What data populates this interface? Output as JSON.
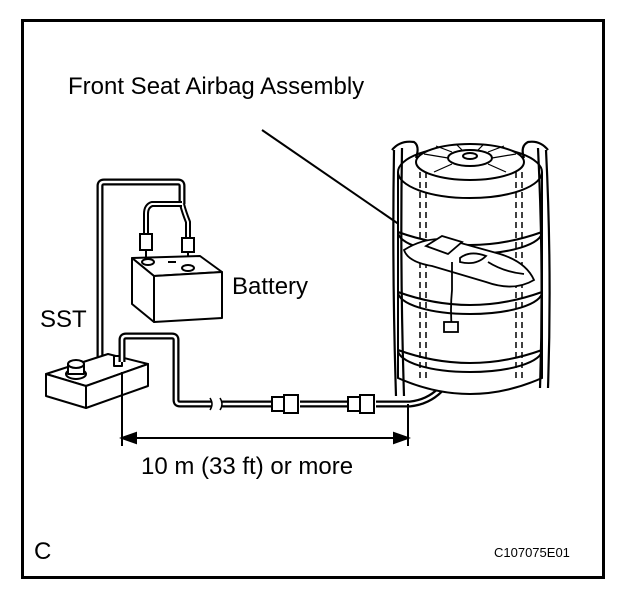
{
  "labels": {
    "airbag": "Front Seat Airbag Assembly",
    "battery": "Battery",
    "sst": "SST",
    "distance": "10 m (33 ft) or more",
    "panel_letter": "C",
    "figure_code": "C107075E01"
  },
  "colors": {
    "ink": "#000000",
    "paper": "#ffffff"
  }
}
